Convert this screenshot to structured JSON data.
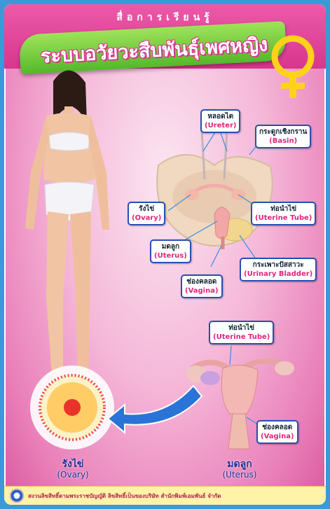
{
  "header": {
    "subtitle": "สื่อการเรียนรู้",
    "title": "ระบบอวัยวะสืบพันธุ์เพศหญิง"
  },
  "labels": {
    "ureter": {
      "th": "หลอดไต",
      "en": "(Ureter)"
    },
    "basin": {
      "th": "กระดูกเชิงกราน",
      "en": "(Basin)"
    },
    "ovary": {
      "th": "รังไข่",
      "en": "(Ovary)"
    },
    "uterine_tube": {
      "th": "ท่อนำไข่",
      "en": "(Uterine Tube)"
    },
    "uterus": {
      "th": "มดลูก",
      "en": "(Uterus)"
    },
    "bladder": {
      "th": "กระเพาะปัสสาวะ",
      "en": "(Urinary Bladder)"
    },
    "vagina": {
      "th": "ช่องคลอด",
      "en": "(Vagina)"
    },
    "uterine_tube_2": {
      "th": "ท่อนำไข่",
      "en": "(Uterine Tube)"
    },
    "vagina_2": {
      "th": "ช่องคลอด",
      "en": "(Vagina)"
    }
  },
  "captions": {
    "ovary": {
      "th": "รังไข่",
      "en": "(Ovary)"
    },
    "uterus": {
      "th": "มดลูก",
      "en": "(Uterus)"
    }
  },
  "footer": {
    "text": "สงวนลิขสิทธิ์ตามพระราชบัญญัติ ลิขสิทธิ์เป็นของบริษัท สำนักพิมพ์เอมพันธ์ จำกัด"
  },
  "colors": {
    "header": "#d8368e",
    "ribbon": "#6cc23a",
    "label_border": "#2a4fb0",
    "label_en": "#e0247a",
    "arrow": "#2a74d8"
  }
}
